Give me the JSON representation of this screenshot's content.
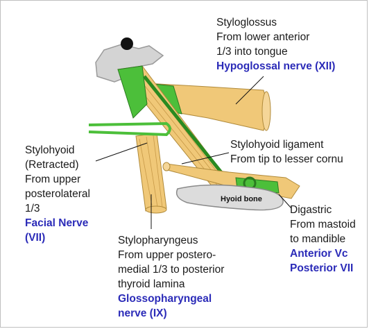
{
  "labels": {
    "styloglossus": {
      "name": "Styloglossus",
      "origin": "From lower anterior",
      "origin2": "1/3 into tongue",
      "nerve": "Hypoglossal nerve (XII)"
    },
    "stylohyoid": {
      "name": "Stylohyoid",
      "note": "(Retracted)",
      "origin1": "From upper",
      "origin2": "posterolateral",
      "origin3": "1/3",
      "nerve1": "Facial Nerve",
      "nerve2": "(VII)"
    },
    "stylohyoid_ligament": {
      "name": "Stylohyoid ligament",
      "origin": "From tip to lesser cornu"
    },
    "stylopharyngeus": {
      "name": "Stylopharyngeus",
      "origin1": "From upper postero-",
      "origin2": "medial 1/3 to posterior",
      "origin3": "thyroid lamina",
      "nerve1": "Glossopharyngeal",
      "nerve2": "nerve (IX)"
    },
    "digastric": {
      "name": "Digastric",
      "origin1": "From mastoid",
      "origin2": "to mandible",
      "nerve1": "Anterior Vc",
      "nerve2": "Posterior VII"
    },
    "hyoid": "Hyoid bone"
  },
  "colors": {
    "muscle_tan": "#f0c878",
    "muscle_green": "#4cbf3a",
    "bone_gray": "#d4d4d4",
    "nerve_blue": "#2b2bb8"
  }
}
